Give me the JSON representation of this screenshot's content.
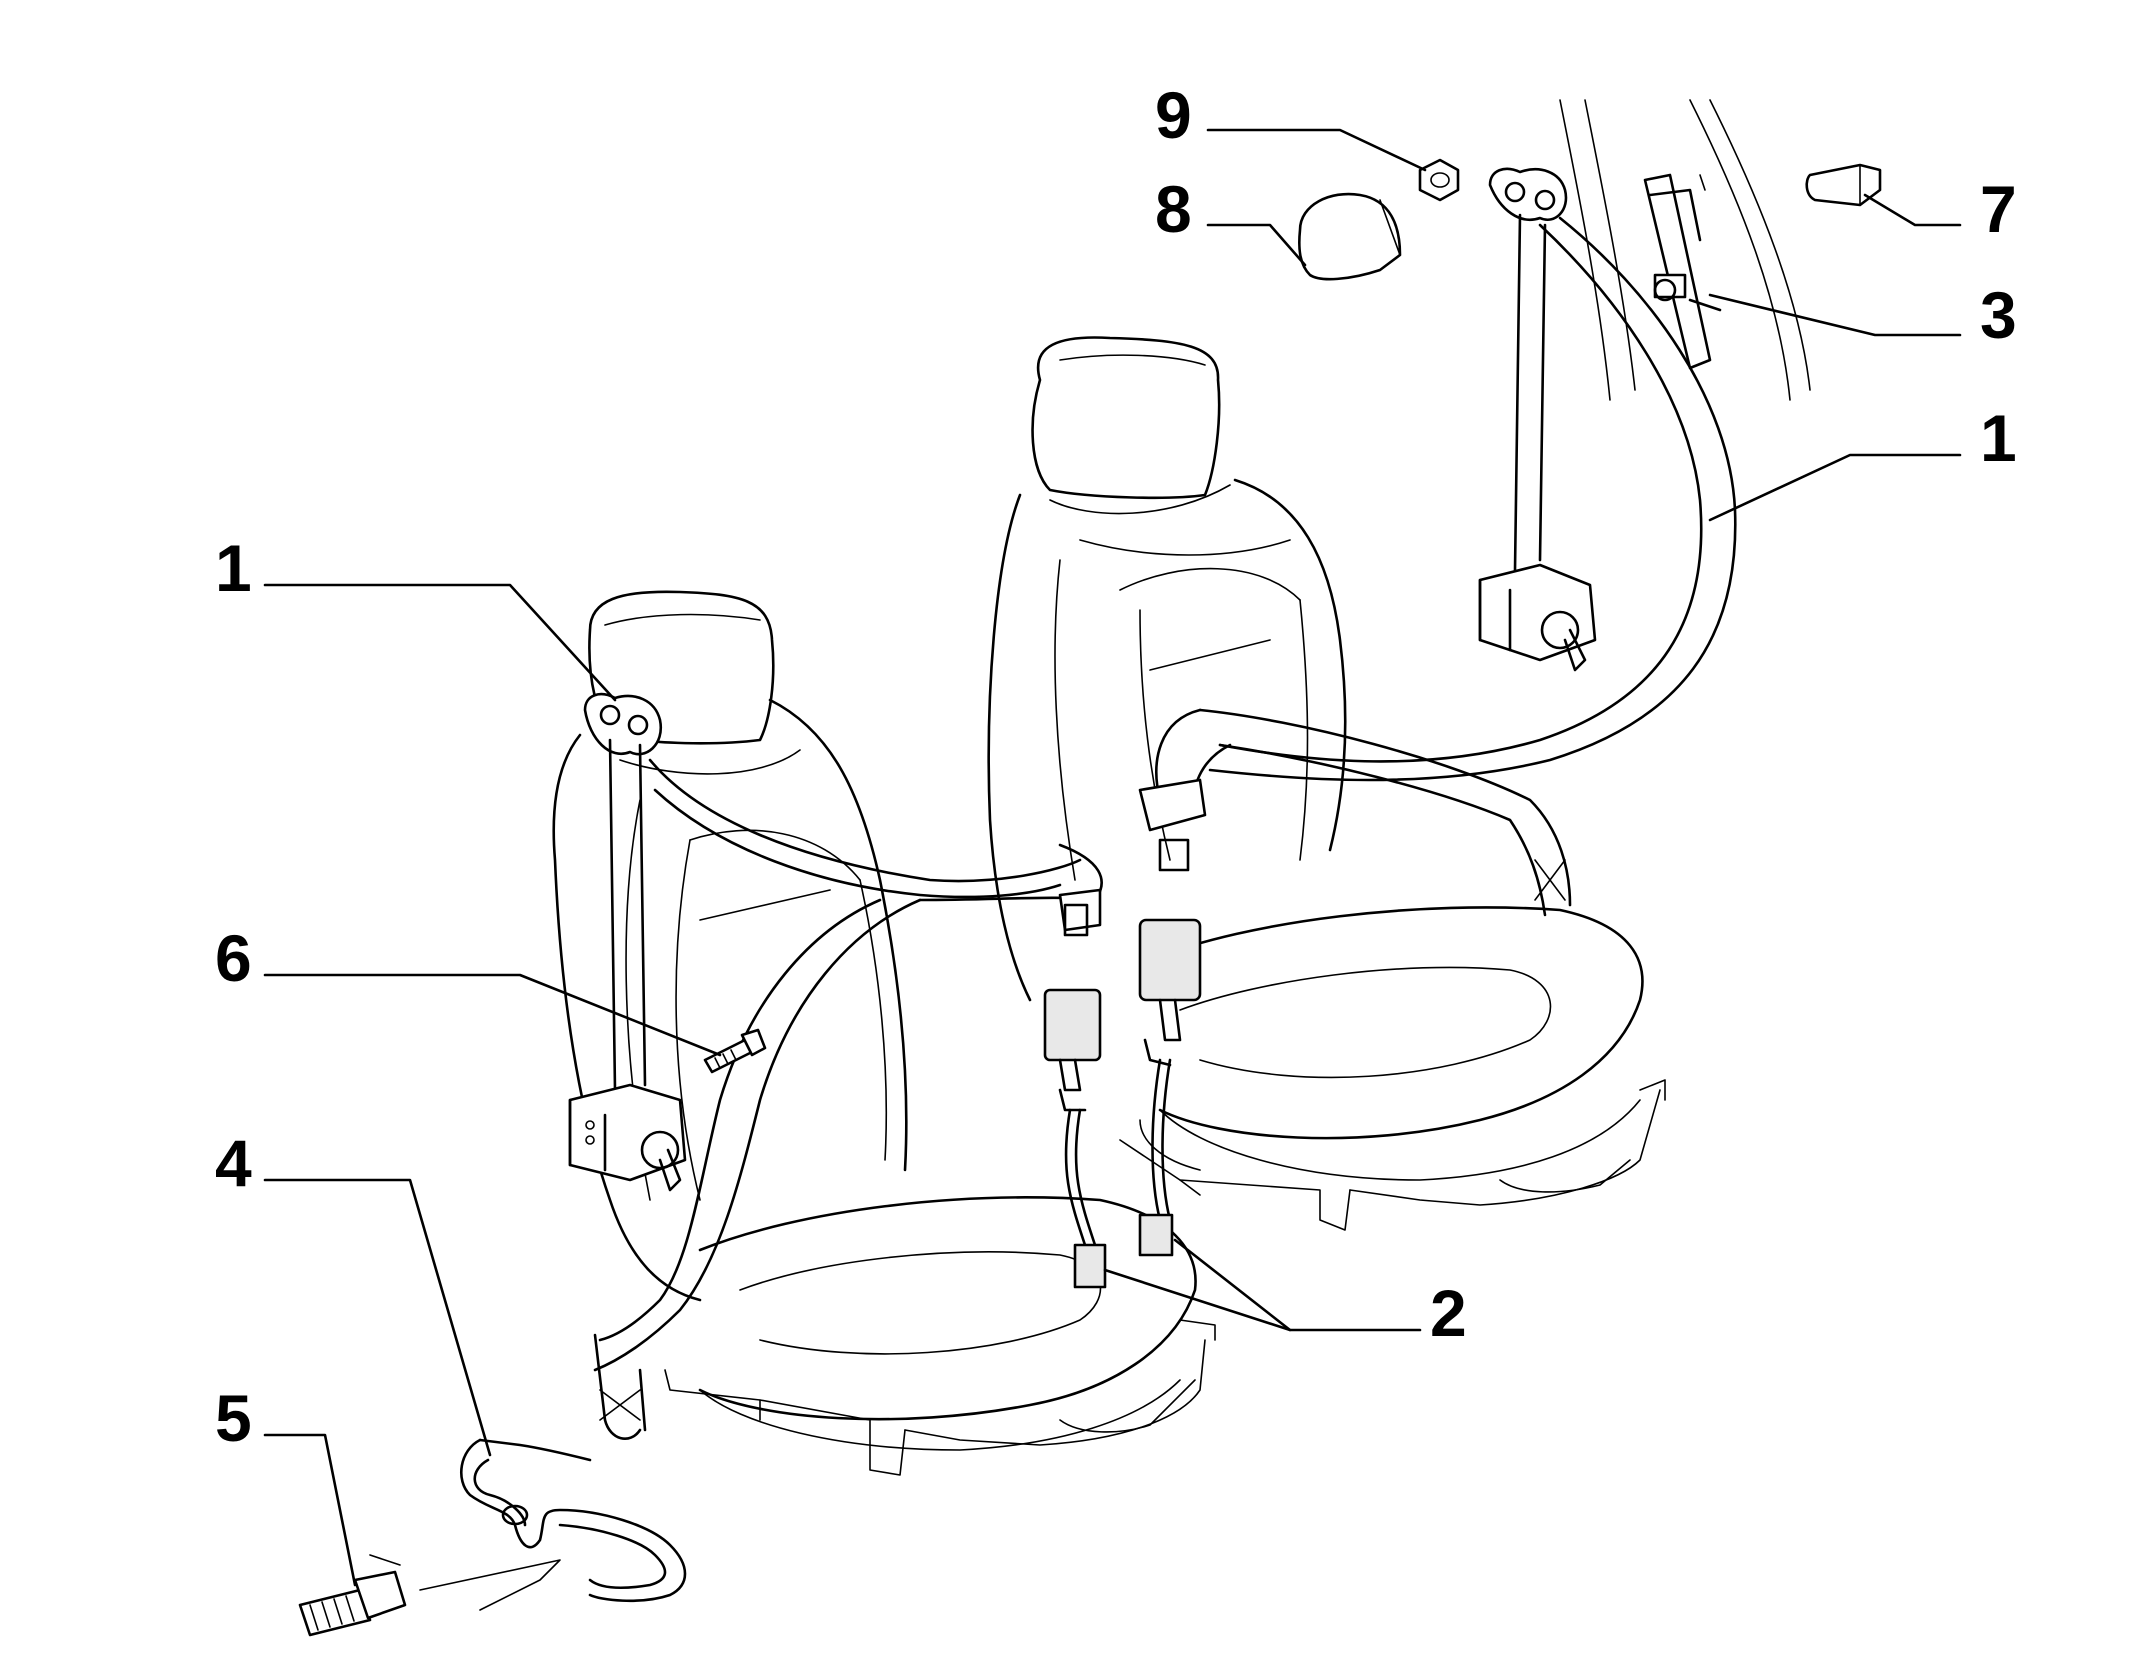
{
  "diagram": {
    "colors": {
      "line": "#000000",
      "background": "#ffffff"
    },
    "callouts": [
      {
        "id": "9",
        "label": "9"
      },
      {
        "id": "8",
        "label": "8"
      },
      {
        "id": "7",
        "label": "7"
      },
      {
        "id": "3",
        "label": "3"
      },
      {
        "id": "1a",
        "label": "1"
      },
      {
        "id": "1b",
        "label": "1"
      },
      {
        "id": "6",
        "label": "6"
      },
      {
        "id": "4",
        "label": "4"
      },
      {
        "id": "5",
        "label": "5"
      },
      {
        "id": "2",
        "label": "2"
      }
    ]
  }
}
